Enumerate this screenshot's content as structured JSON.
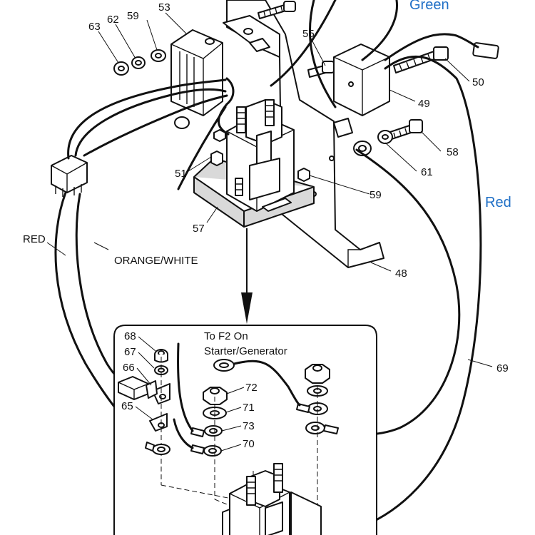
{
  "colors": {
    "ink": "#111111",
    "label_blue": "#1f6fc6",
    "paper": "#ffffff"
  },
  "color_labels": {
    "green": "Green",
    "red": "Red"
  },
  "wire_labels": {
    "red": "RED",
    "orange_white": "ORANGE/WHITE"
  },
  "note": {
    "line1": "To F2 On",
    "line2": "Starter/Generator"
  },
  "callouts": {
    "c48": "48",
    "c49": "49",
    "c50": "50",
    "c51": "51",
    "c53": "53",
    "c55": "55",
    "c57": "57",
    "c58": "58",
    "c59a": "59",
    "c59b": "59",
    "c61": "61",
    "c62": "62",
    "c63": "63",
    "c65": "65",
    "c66": "66",
    "c67": "67",
    "c68": "68",
    "c69": "69",
    "c70": "70",
    "c71": "71",
    "c72": "72",
    "c73": "73"
  }
}
